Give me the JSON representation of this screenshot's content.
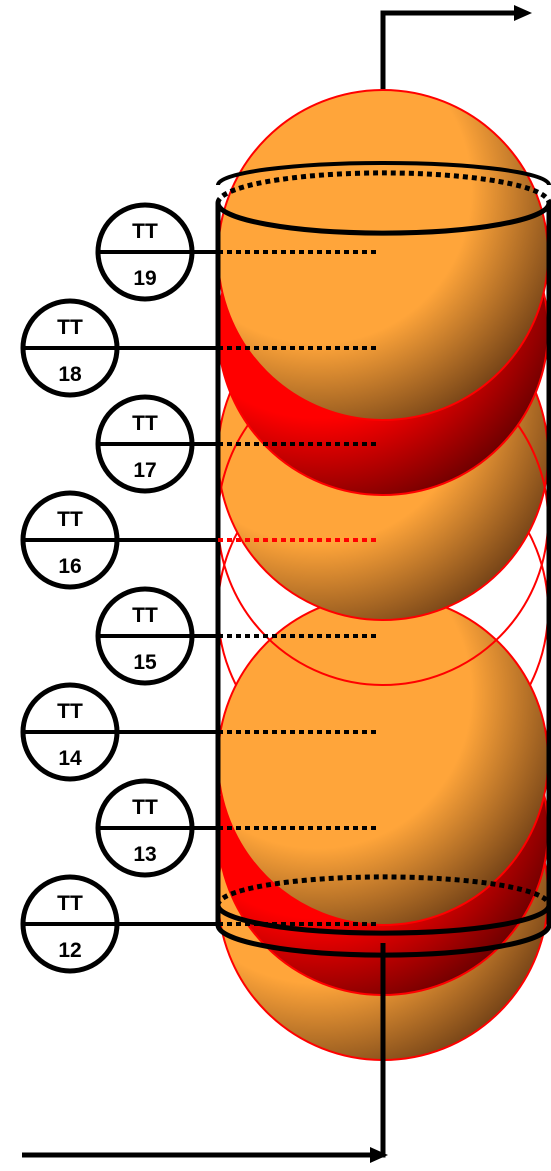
{
  "colors": {
    "sphere_orange_light": "#ffa53a",
    "sphere_orange_dark": "#5a3010",
    "sphere_red_light": "#ff0000",
    "sphere_red_dark": "#500000",
    "sphere_outline": "#ff0000",
    "line": "#000000",
    "highlight_probe": "#ff0000"
  },
  "transmitters": [
    {
      "tag": "TT",
      "number": "19",
      "side": "inner"
    },
    {
      "tag": "TT",
      "number": "18",
      "side": "outer"
    },
    {
      "tag": "TT",
      "number": "17",
      "side": "inner"
    },
    {
      "tag": "TT",
      "number": "16",
      "side": "outer",
      "highlight": true
    },
    {
      "tag": "TT",
      "number": "15",
      "side": "inner"
    },
    {
      "tag": "TT",
      "number": "14",
      "side": "outer"
    },
    {
      "tag": "TT",
      "number": "13",
      "side": "inner"
    },
    {
      "tag": "TT",
      "number": "12",
      "side": "outer"
    }
  ],
  "spheres": [
    {
      "name": "top-orange",
      "fill": "orange"
    },
    {
      "name": "upper-red",
      "fill": "red"
    },
    {
      "name": "upper-mid-orange",
      "fill": "orange"
    },
    {
      "name": "empty-upper",
      "fill": "none"
    },
    {
      "name": "empty-lower",
      "fill": "none"
    },
    {
      "name": "lower-mid-orange",
      "fill": "orange"
    },
    {
      "name": "lower-red",
      "fill": "red"
    },
    {
      "name": "bottom-orange",
      "fill": "orange"
    }
  ]
}
